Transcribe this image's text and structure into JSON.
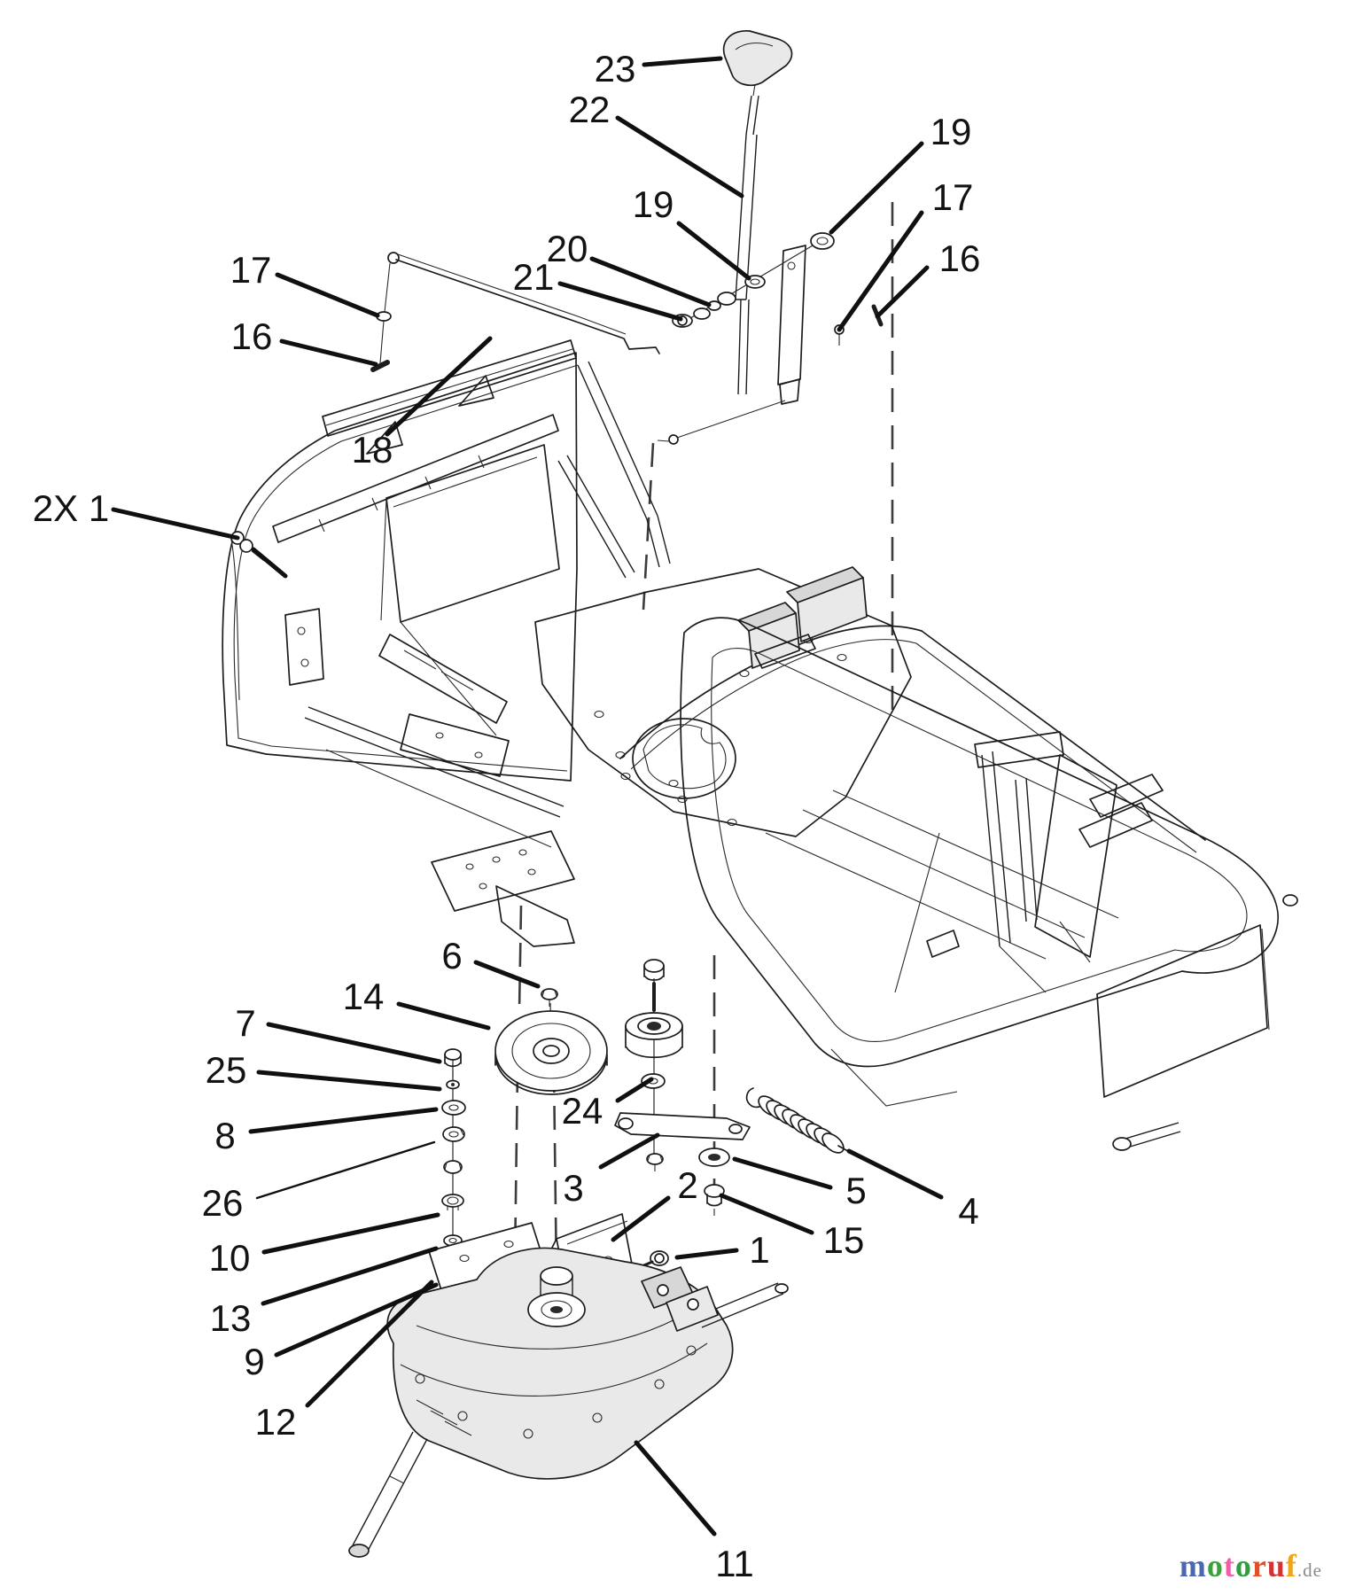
{
  "callouts": [
    {
      "id": "c23",
      "text": "23"
    },
    {
      "id": "c22",
      "text": "22"
    },
    {
      "id": "c19a",
      "text": "19"
    },
    {
      "id": "c17a",
      "text": "17"
    },
    {
      "id": "c16a",
      "text": "16"
    },
    {
      "id": "c19b",
      "text": "19"
    },
    {
      "id": "c20",
      "text": "20"
    },
    {
      "id": "c21",
      "text": "21"
    },
    {
      "id": "c17b",
      "text": "17"
    },
    {
      "id": "c16b",
      "text": "16"
    },
    {
      "id": "c18",
      "text": "18"
    },
    {
      "id": "c2x1",
      "text": "2X 1"
    },
    {
      "id": "c6",
      "text": "6"
    },
    {
      "id": "c14",
      "text": "14"
    },
    {
      "id": "c7",
      "text": "7"
    },
    {
      "id": "c25",
      "text": "25"
    },
    {
      "id": "c8",
      "text": "8"
    },
    {
      "id": "c26",
      "text": "26"
    },
    {
      "id": "c10",
      "text": "10"
    },
    {
      "id": "c13",
      "text": "13"
    },
    {
      "id": "c9",
      "text": "9"
    },
    {
      "id": "c12",
      "text": "12"
    },
    {
      "id": "c24",
      "text": "24"
    },
    {
      "id": "c3",
      "text": "3"
    },
    {
      "id": "c2",
      "text": "2"
    },
    {
      "id": "c1",
      "text": "1"
    },
    {
      "id": "c5",
      "text": "5"
    },
    {
      "id": "c15",
      "text": "15"
    },
    {
      "id": "c4",
      "text": "4"
    },
    {
      "id": "c11",
      "text": "11"
    }
  ],
  "watermark": {
    "letters": [
      {
        "char": "m",
        "color": "#4a67b0"
      },
      {
        "char": "o",
        "color": "#3aa23a"
      },
      {
        "char": "t",
        "color": "#ef5fa7"
      },
      {
        "char": "o",
        "color": "#2e9e3e"
      },
      {
        "char": "r",
        "color": "#e0512a"
      },
      {
        "char": "u",
        "color": "#d43333"
      },
      {
        "char": "f",
        "color": "#eda51c"
      }
    ],
    "suffix": {
      "text": ".de",
      "color": "#8a8a8a"
    }
  }
}
